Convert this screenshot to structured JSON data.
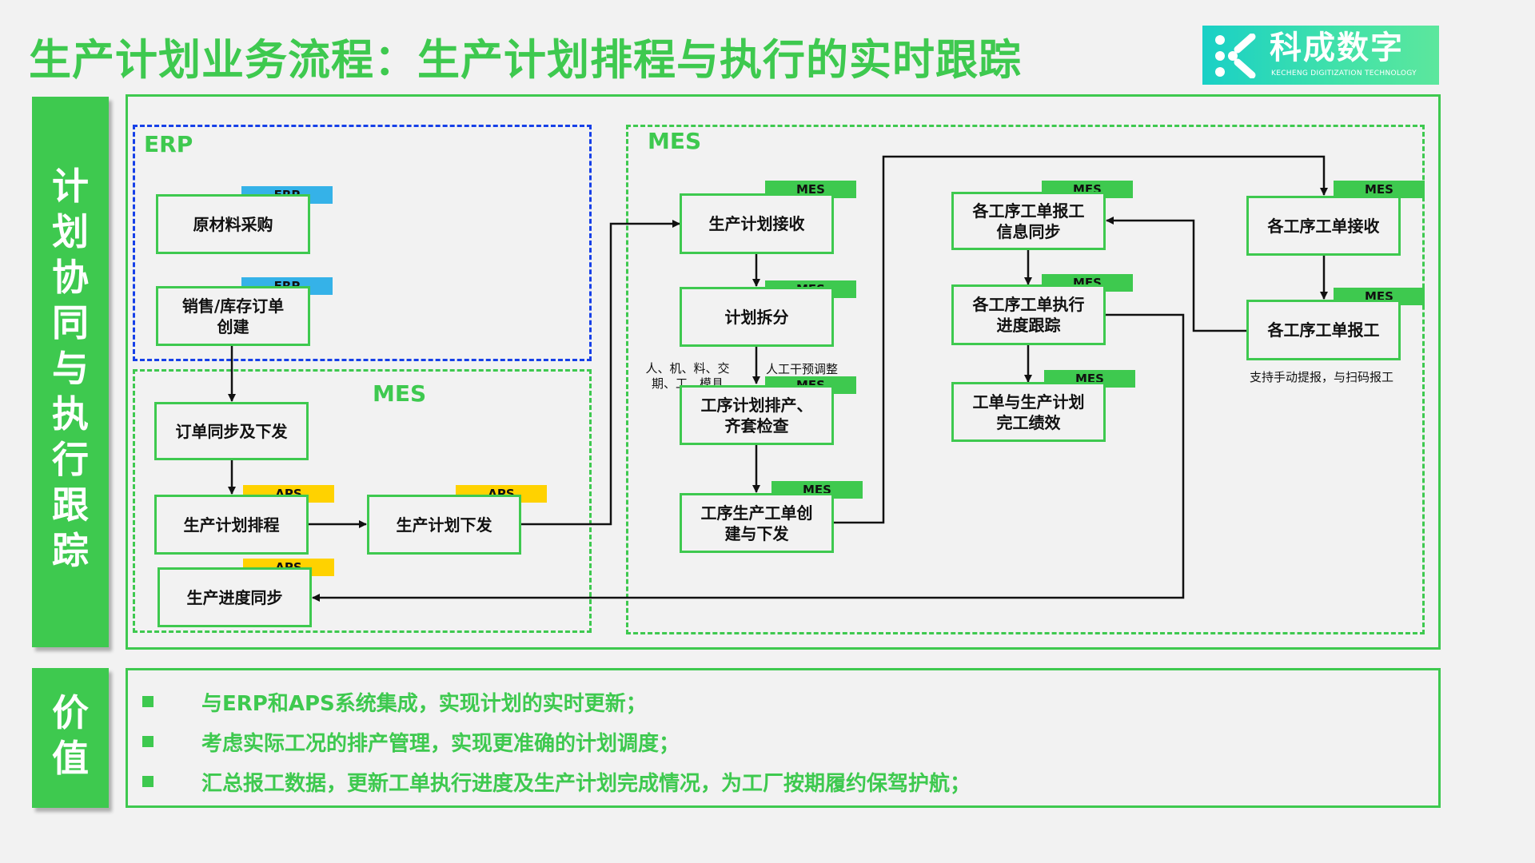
{
  "title": "生产计划业务流程：生产计划排程与执行的实时跟踪",
  "logo": {
    "name": "科成数字",
    "sub": "KECHENG DIGITIZATION TECHNOLOGY",
    "brand_color": "#3ec94f"
  },
  "side_labels": {
    "process": "计划协同与执行跟踪",
    "value": "价值"
  },
  "regions": {
    "erp": "ERP",
    "mes_left": "MES",
    "mes_right": "MES"
  },
  "nodes": {
    "raw_purchase": {
      "label": "原材料采购",
      "tag": "ERP"
    },
    "sales_order": {
      "label": "销售/库存订单创建",
      "tag": "ERP"
    },
    "order_sync": {
      "label": "订单同步及下发"
    },
    "plan_schedule": {
      "label": "生产计划排程",
      "tag": "APS"
    },
    "plan_issue": {
      "label": "生产计划下发",
      "tag": "APS"
    },
    "progress_sync": {
      "label": "生产进度同步",
      "tag": "APS"
    },
    "plan_receive": {
      "label": "生产计划接收",
      "tag": "MES"
    },
    "plan_split": {
      "label": "计划拆分",
      "tag": "MES"
    },
    "op_schedule": {
      "label": "工序计划排产、齐套检查",
      "tag": "MES"
    },
    "wo_create": {
      "label": "工序生产工单创建与下发",
      "tag": "MES"
    },
    "report_sync": {
      "label": "各工序工单报工信息同步",
      "tag": "MES"
    },
    "exec_track": {
      "label": "各工序工单执行进度跟踪",
      "tag": "MES"
    },
    "performance": {
      "label": "工单与生产计划完工绩效",
      "tag": "MES"
    },
    "wo_receive": {
      "label": "各工序工单接收",
      "tag": "MES"
    },
    "wo_report": {
      "label": "各工序工单报工",
      "tag": "MES"
    }
  },
  "notes": {
    "resources": "人、机、料、交期、工、模具",
    "manual_adjust": "人工干预调整",
    "report_support": "支持手动提报，与扫码报工"
  },
  "values": [
    "与ERP和APS系统集成，实现计划的实时更新；",
    "考虑实际工况的排产管理，实现更准确的计划调度；",
    "汇总报工数据，更新工单执行进度及生产计划完成情况，为工厂按期履约保驾护航；"
  ]
}
